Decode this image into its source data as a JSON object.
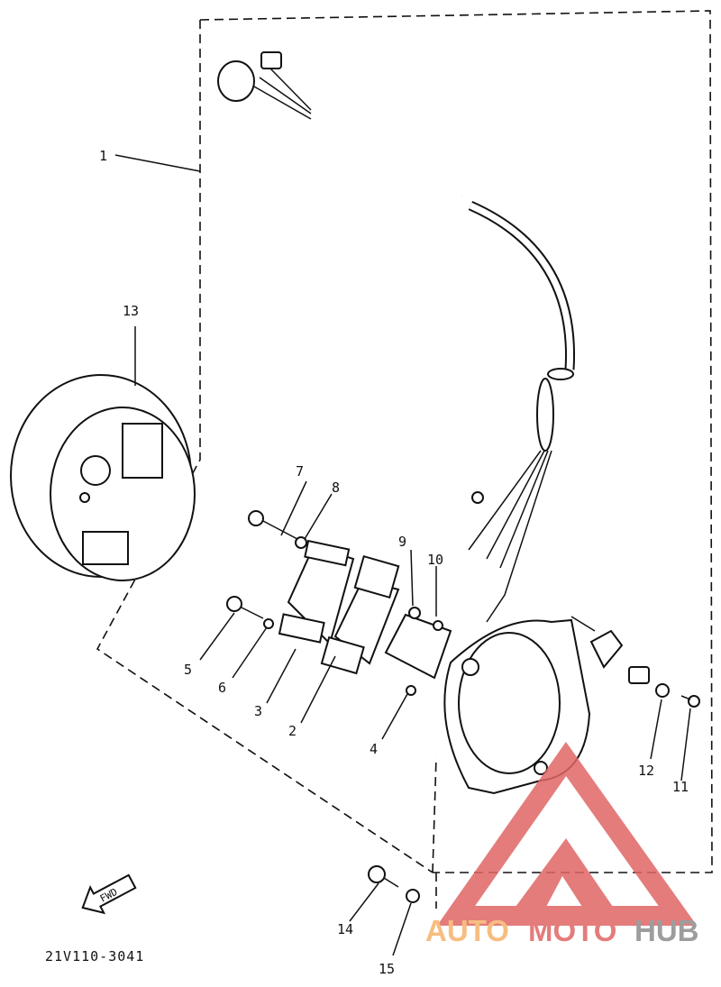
{
  "diagram": {
    "drawing_code": "21V110-3041",
    "direction_marker": "FWD",
    "callouts": [
      "1",
      "2",
      "3",
      "4",
      "5",
      "6",
      "7",
      "8",
      "9",
      "10",
      "11",
      "12",
      "13",
      "14",
      "15"
    ]
  },
  "watermark": {
    "part1": "AUTO",
    "part2": "MOTO",
    "part3": "HUB",
    "colors": {
      "auto": "#f6b26b",
      "moto": "#e06666",
      "hub": "#8c8c8c",
      "logo": "#e06666"
    }
  }
}
